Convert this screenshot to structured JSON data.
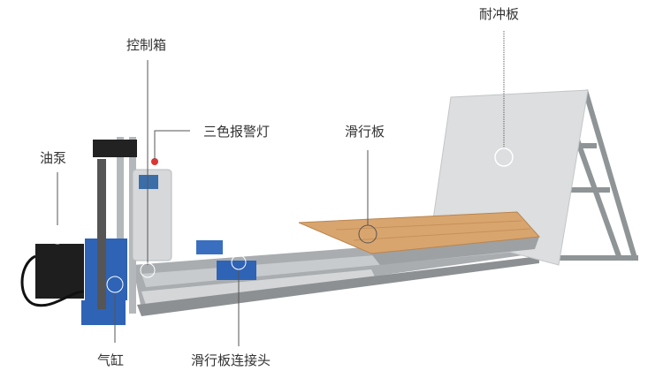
{
  "labels": {
    "impact_plate": "耐冲板",
    "control_box": "控制箱",
    "alarm_light": "三色报警灯",
    "sliding_board": "滑行板",
    "oil_pump": "油泵",
    "cylinder": "气缸",
    "board_connector": "滑行板连接头"
  },
  "colors": {
    "wood": "#d9a56e",
    "plate": "#dcdedf",
    "frame": "#8f9496",
    "blue": "#2f63b5",
    "leader": "#555555"
  }
}
